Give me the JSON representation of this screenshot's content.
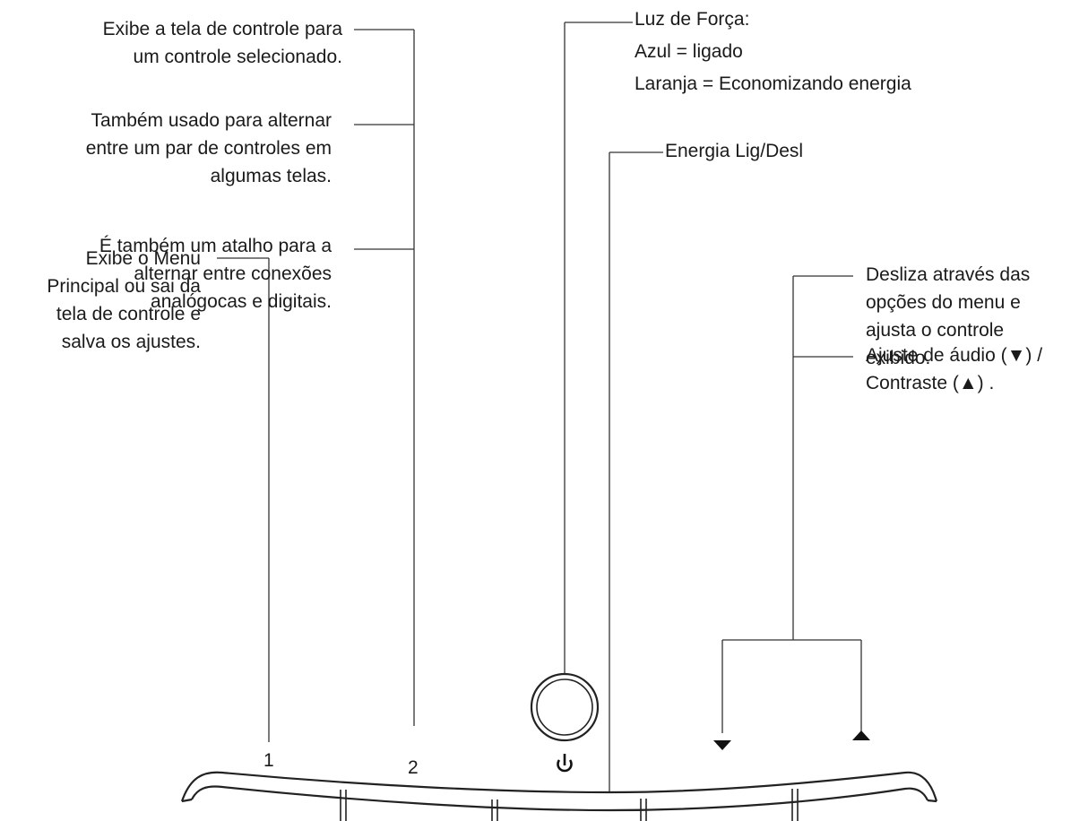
{
  "callouts": {
    "button2_desc1": [
      "Exibe a tela de controle para",
      "um controle selecionado."
    ],
    "button2_desc2": [
      "Também usado para alternar",
      "entre um par de controles em",
      "algumas telas."
    ],
    "button2_desc3": [
      "É também um atalho para a",
      "alternar entre conexões",
      "analógocas e digitais."
    ],
    "button1_desc": [
      "Exibe o Menu",
      "Principal ou sai da",
      "tela de controle e",
      "salva os ajustes."
    ],
    "power_light": [
      "Luz de Força:",
      "Azul = ligado",
      "Laranja = Economizando energia"
    ],
    "power_button": [
      "Energia Lig/Desl"
    ],
    "arrows_desc": [
      "Desliza através das",
      "opções do menu e",
      "ajusta o controle",
      "exibido."
    ],
    "arrows_shortcut": [
      "Ajuste de áudio (▼) /",
      "Contraste  (▲) ."
    ]
  },
  "buttons": {
    "b1": "1",
    "b2": "2",
    "power": "⏻",
    "down": "▼",
    "up": "▲"
  },
  "icons": [
    "power-led-icon",
    "power-symbol-icon",
    "down-arrow-icon",
    "up-arrow-icon"
  ]
}
